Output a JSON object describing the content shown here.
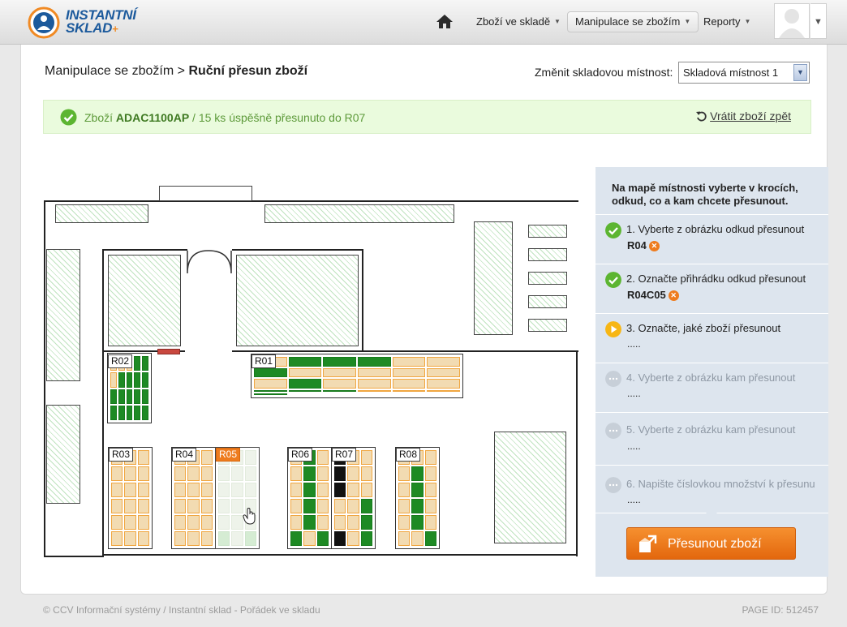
{
  "app": {
    "logo_line1": "INSTANTNÍ",
    "logo_line2": "SKLAD",
    "logo_plus": "+"
  },
  "nav": {
    "items": [
      {
        "label": "Zboží ve skladě"
      },
      {
        "label": "Manipulace se zbožím"
      },
      {
        "label": "Reporty"
      }
    ]
  },
  "page": {
    "breadcrumb_parent": "Manipulace se zbožím",
    "breadcrumb_sep": ">",
    "breadcrumb_current": "Ruční přesun zboží",
    "room_label": "Změnit skladovou místnost:",
    "room_value": "Skladová místnost 1"
  },
  "alert": {
    "prefix": "Zboží",
    "code": "ADAC1100AP",
    "rest": " / 15 ks úspěšně přesunuto do R07",
    "undo": "Vrátit zboží zpět"
  },
  "map": {
    "racks": [
      {
        "id": "R01",
        "label": "R01",
        "cols": 6,
        "rows": 3,
        "cells": "ogggoogoooooogoooogggooog",
        "selected": false
      },
      {
        "id": "R02",
        "label": "R02",
        "cols": 5,
        "rows": 4,
        "cells": "oooggogggggggggggggg",
        "selected": false
      },
      {
        "id": "R03",
        "label": "R03",
        "cols": 3,
        "rows": 6,
        "cells": "oooooooooooooooooo",
        "selected": false
      },
      {
        "id": "R04",
        "label": "R04",
        "cols": 3,
        "rows": 6,
        "cells": "oooooooooooooooooo",
        "selected": false
      },
      {
        "id": "R05",
        "label": "R05",
        "cols": 3,
        "rows": 6,
        "cells": "lllllllllllllllLlL",
        "selected": true
      },
      {
        "id": "R06",
        "label": "R06",
        "cols": 3,
        "rows": 6,
        "cells": "ogoogoogoogoogogog",
        "selected": false
      },
      {
        "id": "R07",
        "label": "R07",
        "cols": 3,
        "rows": 6,
        "cells": "kookookoooogoogkog",
        "selected": false
      },
      {
        "id": "R08",
        "label": "R08",
        "cols": 3,
        "rows": 6,
        "cells": "oooogoogoogoogooog",
        "selected": false
      }
    ]
  },
  "wizard": {
    "intro": "Na mapě místnosti vyberte v krocích, odkud, co a kam chcete přesunout.",
    "steps": [
      {
        "text": "1. Vyberte z obrázku odkud přesunout",
        "value": "R04",
        "state": "done"
      },
      {
        "text": "2. Označte přihrádku odkud přesunout",
        "value": "R04C05",
        "state": "done"
      },
      {
        "text": "3. Označte, jaké zboží přesunout",
        "value": ".....",
        "state": "current"
      },
      {
        "text": "4. Vyberte z obrázku kam přesunout",
        "value": ".....",
        "state": "todo"
      },
      {
        "text": "5. Vyberte z obrázku kam přesunout",
        "value": ".....",
        "state": "todo"
      },
      {
        "text": "6. Napište číslovkou množství k přesunu",
        "value": ".....",
        "state": "todo"
      }
    ],
    "button": "Přesunout zboží"
  },
  "footer": {
    "left": "© CCV Informační systémy / Instantní sklad - Pořádek ve skladu",
    "right": "PAGE ID: 512457"
  },
  "colors": {
    "accent": "#ee7c1e",
    "success": "#5cb531",
    "brand": "#1c5a9c",
    "wizard_bg": "#dde5ee"
  }
}
